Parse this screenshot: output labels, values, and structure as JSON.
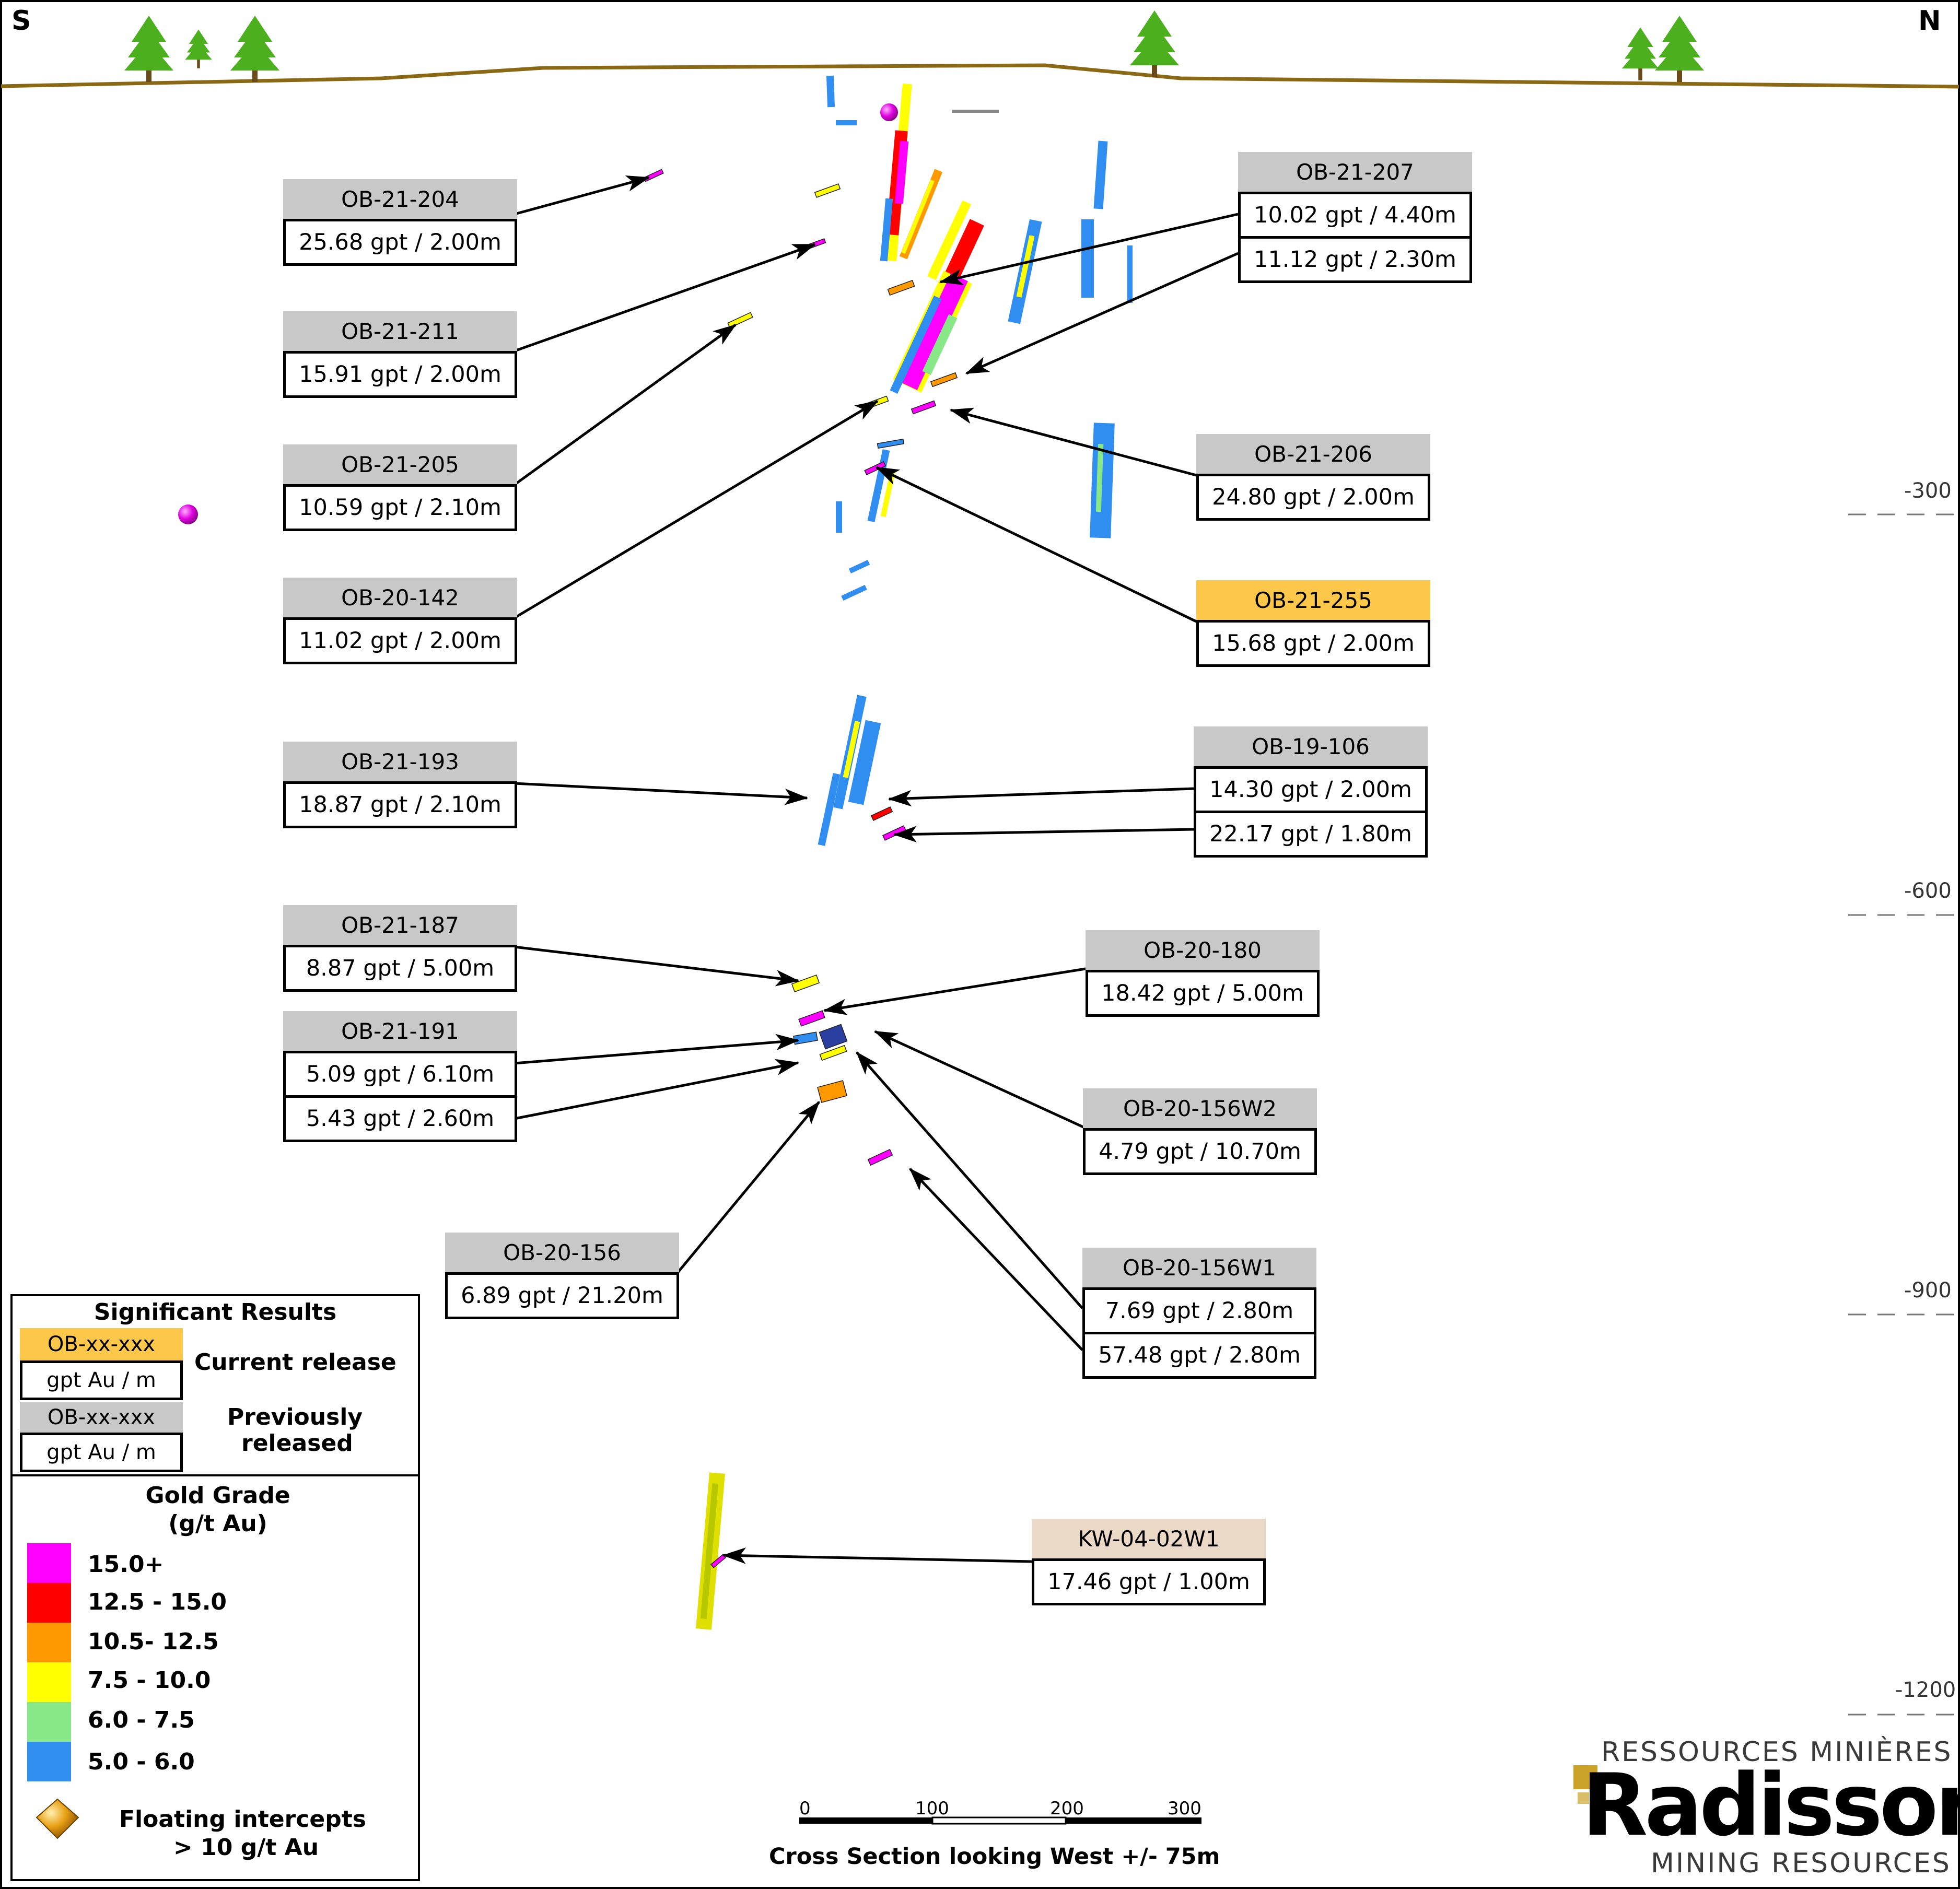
{
  "orientation": {
    "south": "S",
    "north": "N"
  },
  "depth_ticks": [
    "-300",
    "-600",
    "-900",
    "-1200"
  ],
  "labels": [
    {
      "id": "ob-21-204",
      "hole": "OB-21-204",
      "values": [
        "25.68 gpt / 2.00m"
      ],
      "status": "previous"
    },
    {
      "id": "ob-21-211",
      "hole": "OB-21-211",
      "values": [
        "15.91 gpt / 2.00m"
      ],
      "status": "previous"
    },
    {
      "id": "ob-21-205",
      "hole": "OB-21-205",
      "values": [
        "10.59 gpt / 2.10m"
      ],
      "status": "previous"
    },
    {
      "id": "ob-20-142",
      "hole": "OB-20-142",
      "values": [
        "11.02 gpt / 2.00m"
      ],
      "status": "previous"
    },
    {
      "id": "ob-21-193",
      "hole": "OB-21-193",
      "values": [
        "18.87 gpt / 2.10m"
      ],
      "status": "previous"
    },
    {
      "id": "ob-21-187",
      "hole": "OB-21-187",
      "values": [
        "8.87 gpt / 5.00m"
      ],
      "status": "previous"
    },
    {
      "id": "ob-21-191",
      "hole": "OB-21-191",
      "values": [
        "5.09 gpt / 6.10m",
        "5.43 gpt / 2.60m"
      ],
      "status": "previous"
    },
    {
      "id": "ob-20-156",
      "hole": "OB-20-156",
      "values": [
        "6.89 gpt / 21.20m"
      ],
      "status": "previous"
    },
    {
      "id": "ob-21-207",
      "hole": "OB-21-207",
      "values": [
        "10.02 gpt / 4.40m",
        "11.12 gpt / 2.30m"
      ],
      "status": "previous"
    },
    {
      "id": "ob-21-206",
      "hole": "OB-21-206",
      "values": [
        "24.80 gpt / 2.00m"
      ],
      "status": "previous"
    },
    {
      "id": "ob-21-255",
      "hole": "OB-21-255",
      "values": [
        "15.68 gpt / 2.00m"
      ],
      "status": "current"
    },
    {
      "id": "ob-19-106",
      "hole": "OB-19-106",
      "values": [
        "14.30 gpt / 2.00m",
        "22.17 gpt / 1.80m"
      ],
      "status": "previous"
    },
    {
      "id": "ob-20-180",
      "hole": "OB-20-180",
      "values": [
        "18.42 gpt / 5.00m"
      ],
      "status": "previous"
    },
    {
      "id": "ob-20-156w2",
      "hole": "OB-20-156W2",
      "values": [
        "4.79 gpt / 10.70m"
      ],
      "status": "previous"
    },
    {
      "id": "ob-20-156w1",
      "hole": "OB-20-156W1",
      "values": [
        "7.69 gpt / 2.80m",
        "57.48 gpt / 2.80m"
      ],
      "status": "previous"
    },
    {
      "id": "kw-04-02w1",
      "hole": "KW-04-02W1",
      "values": [
        "17.46 gpt / 1.00m"
      ],
      "status": "historic"
    }
  ],
  "legend": {
    "results_title": "Significant Results",
    "sample_hole": "OB-xx-xxx",
    "sample_value": "gpt Au / m",
    "current_label": "Current release",
    "previous_label_1": "Previously",
    "previous_label_2": "released",
    "grade_title_1": "Gold Grade",
    "grade_title_2": "(g/t Au)",
    "grades": [
      {
        "label": "15.0+",
        "color": "#ff00ff"
      },
      {
        "label": "12.5 - 15.0",
        "color": "#ff0000"
      },
      {
        "label": "10.5- 12.5",
        "color": "#ff9900"
      },
      {
        "label": "7.5 - 10.0",
        "color": "#ffff00"
      },
      {
        "label": "6.0 - 7.5",
        "color": "#88e888"
      },
      {
        "label": "5.0 - 6.0",
        "color": "#2f8ef0"
      }
    ],
    "floating_1": "Floating intercepts",
    "floating_2": "> 10 g/t Au"
  },
  "scale": {
    "ticks": [
      "0",
      "100",
      "200",
      "300"
    ],
    "caption": "Cross Section looking West +/- 75m"
  },
  "brand": {
    "top": "RESSOURCES MINIÈRES",
    "name": "Radisson",
    "bottom": "MINING RESOURCES",
    "accent": "#c9a227"
  },
  "colors": {
    "ground": "#8b6914",
    "tree": "#4caf1e",
    "trunk": "#6b4a1a",
    "current": "#fdc84a",
    "previous": "#c8c8c8",
    "historic": "#ead9c6"
  }
}
